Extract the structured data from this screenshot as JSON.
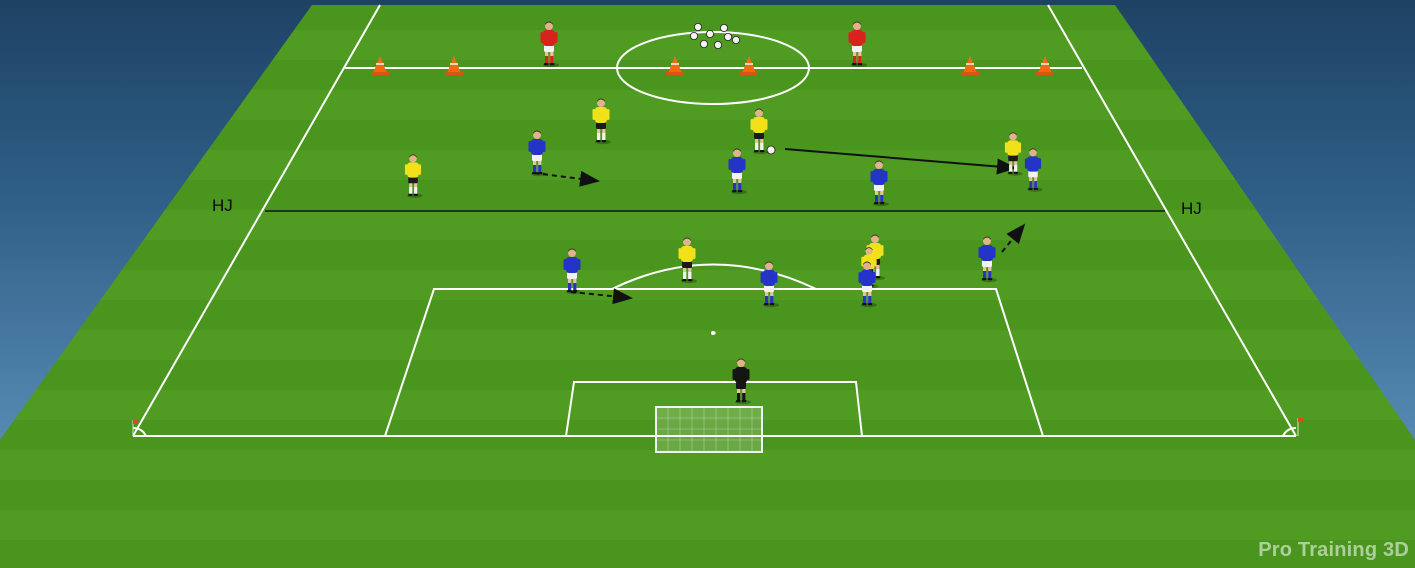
{
  "labels": {
    "offside_left": "HJ",
    "offside_right": "HJ"
  },
  "watermark": "Pro Training 3D",
  "colors": {
    "sky_top": "#1e4264",
    "sky_bottom": "#6c9cc0",
    "grass": "#4f9a22",
    "grass_stripe": "#5aa82a",
    "line": "#ffffff",
    "cone": "#f06a14",
    "team_blue": "#2433c8",
    "team_yellow": "#f2e11a",
    "team_red": "#d8231d",
    "goalkeeper": "#151515",
    "arrow": "#111111"
  },
  "players": [
    {
      "team": "red",
      "role": "coach"
    },
    {
      "team": "red",
      "role": "coach"
    },
    {
      "team": "yellow",
      "role": "attacker"
    },
    {
      "team": "yellow",
      "role": "attacker"
    },
    {
      "team": "yellow",
      "role": "attacker"
    },
    {
      "team": "yellow",
      "role": "attacker"
    },
    {
      "team": "yellow",
      "role": "attacker"
    },
    {
      "team": "yellow",
      "role": "attacker"
    },
    {
      "team": "yellow",
      "role": "attacker"
    },
    {
      "team": "blue",
      "role": "defender"
    },
    {
      "team": "blue",
      "role": "defender"
    },
    {
      "team": "blue",
      "role": "defender"
    },
    {
      "team": "blue",
      "role": "defender"
    },
    {
      "team": "blue",
      "role": "defender"
    },
    {
      "team": "blue",
      "role": "defender"
    },
    {
      "team": "blue",
      "role": "defender"
    },
    {
      "team": "blue",
      "role": "defender"
    },
    {
      "team": "black",
      "role": "goalkeeper"
    }
  ],
  "icons": {
    "cone": "cone-icon",
    "ball": "ball-icon"
  }
}
